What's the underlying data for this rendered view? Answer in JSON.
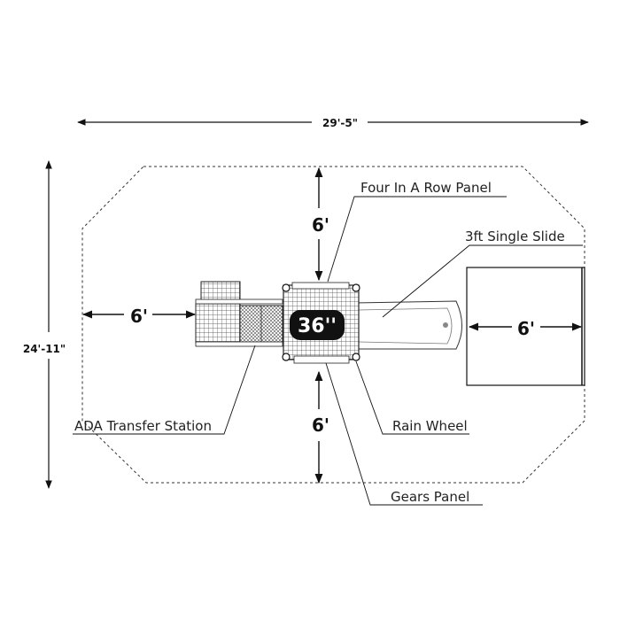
{
  "dimensions": {
    "overall_width": "29'-5\"",
    "overall_depth": "24'-11\"",
    "clearance_top": "6'",
    "clearance_bottom": "6'",
    "clearance_left": "6'",
    "clearance_right": "6'"
  },
  "deck": {
    "height_label": "36''"
  },
  "components": {
    "four_in_a_row_panel": "Four In A Row Panel",
    "single_slide": "3ft Single Slide",
    "ada_transfer_station": "ADA Transfer Station",
    "rain_wheel": "Rain Wheel",
    "gears_panel": "Gears Panel"
  },
  "colors": {
    "line": "#111111",
    "deck_fill": "#111111",
    "deck_text": "#ffffff",
    "background": "#ffffff"
  }
}
